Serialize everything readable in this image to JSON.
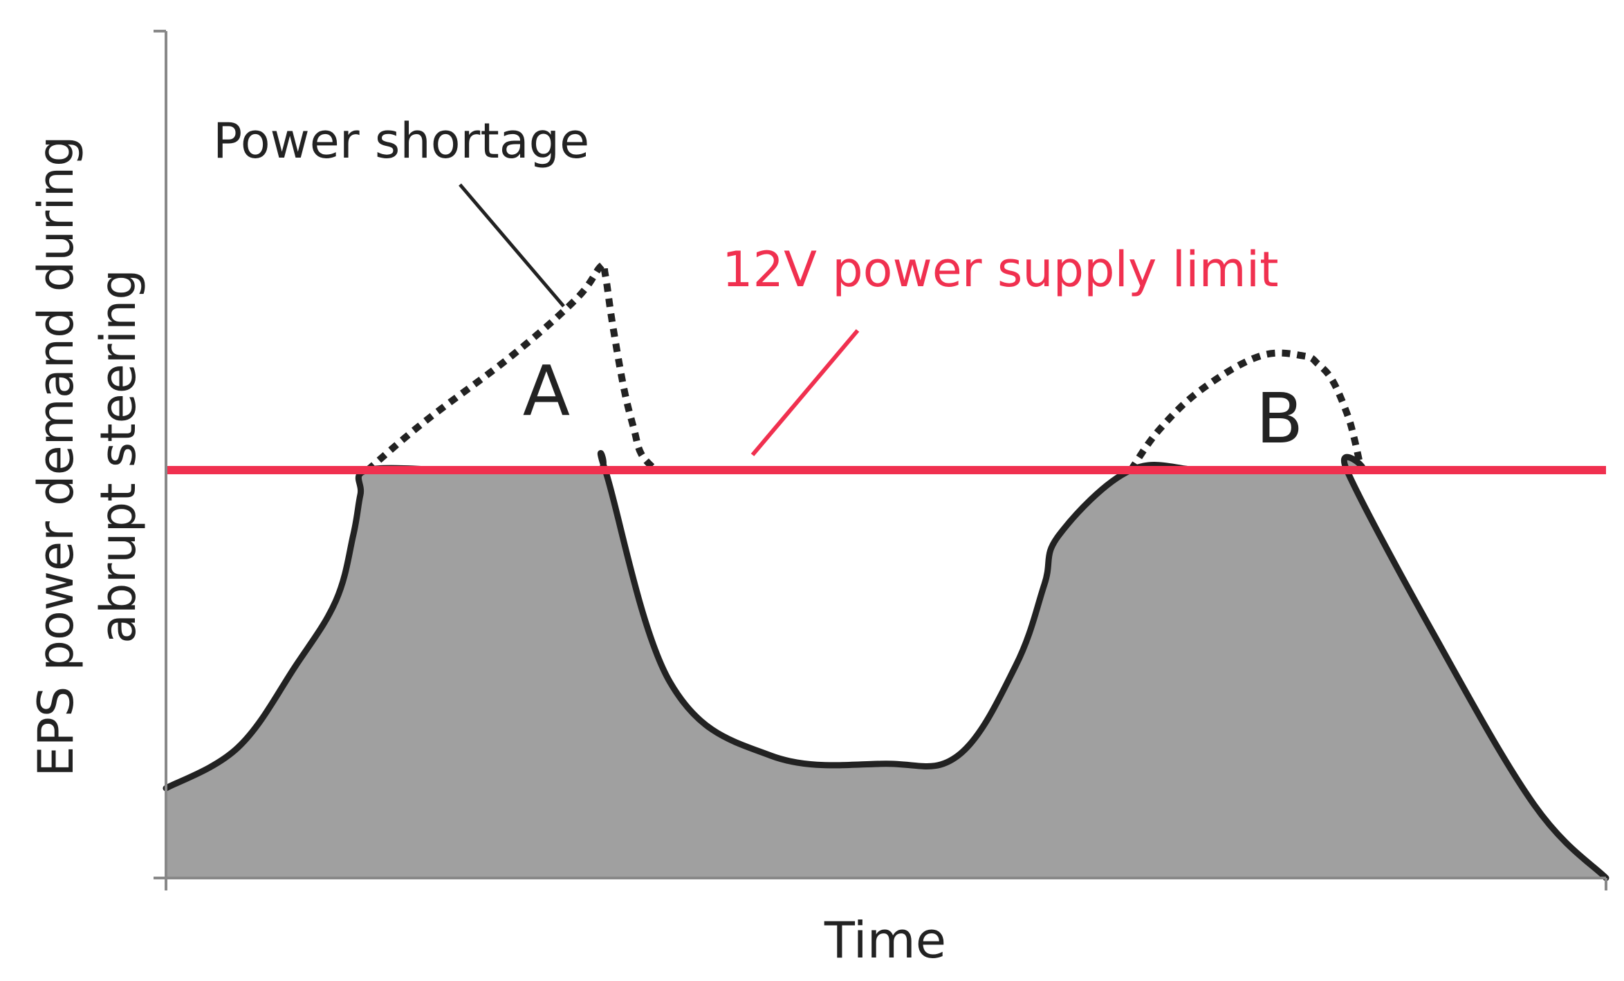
{
  "chart_data": {
    "type": "area",
    "title": "",
    "xlabel": "Time",
    "ylabel_line1": "EPS power demand during",
    "ylabel_line2": "abrupt steering",
    "grid": false,
    "x_ticks": false,
    "y_ticks": false,
    "limit_line": {
      "label": "12V power supply limit",
      "value": 0.5,
      "color": "#f0304f"
    },
    "demand_curve": {
      "fill_color": "#a0a0a0",
      "line_color": "#222222",
      "x": [
        0.0,
        0.05,
        0.09,
        0.118,
        0.13,
        0.135,
        0.14,
        0.2,
        0.25,
        0.3,
        0.305,
        0.35,
        0.42,
        0.5,
        0.55,
        0.59,
        0.61,
        0.62,
        0.67,
        0.72,
        0.78,
        0.83,
        0.82,
        0.88,
        0.95,
        1.0
      ],
      "y": [
        0.11,
        0.16,
        0.26,
        0.34,
        0.42,
        0.47,
        0.5,
        0.5,
        0.5,
        0.5,
        0.5,
        0.24,
        0.15,
        0.14,
        0.15,
        0.26,
        0.36,
        0.42,
        0.5,
        0.5,
        0.5,
        0.5,
        0.5,
        0.3,
        0.09,
        0.0
      ]
    },
    "shortage_A": {
      "label": "A",
      "x": [
        0.14,
        0.18,
        0.24,
        0.285,
        0.302,
        0.305,
        0.31,
        0.318,
        0.325,
        0.33,
        0.34
      ],
      "y": [
        0.5,
        0.56,
        0.64,
        0.71,
        0.75,
        0.74,
        0.68,
        0.6,
        0.55,
        0.52,
        0.5
      ]
    },
    "shortage_B": {
      "label": "B",
      "x": [
        0.67,
        0.69,
        0.72,
        0.76,
        0.79,
        0.8,
        0.81,
        0.82,
        0.825,
        0.83
      ],
      "y": [
        0.5,
        0.55,
        0.6,
        0.64,
        0.64,
        0.63,
        0.61,
        0.57,
        0.54,
        0.5
      ]
    },
    "annotations": {
      "power_shortage": "Power shortage"
    }
  }
}
